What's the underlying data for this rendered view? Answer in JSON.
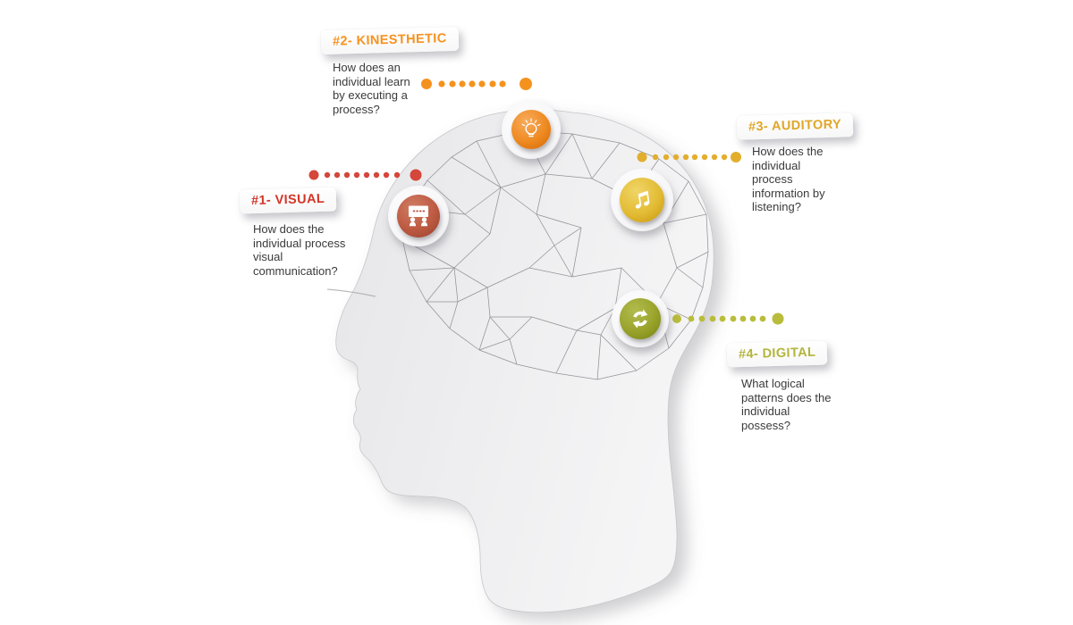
{
  "sections": [
    {
      "id": "visual",
      "tag": "#1- VISUAL",
      "question": "How does the\nindividual process\nvisual\ncommunication?",
      "accent_color": "#d33527",
      "dot_color": "#d5463b",
      "icon": "presentation-audience-icon"
    },
    {
      "id": "kinesthetic",
      "tag": "#2- KINESTHETIC",
      "question": "How does an\nindividual learn\nby executing a\nprocess?",
      "accent_color": "#f6921e",
      "dot_color": "#f5921e",
      "icon": "lightbulb-icon"
    },
    {
      "id": "auditory",
      "tag": "#3- AUDITORY",
      "question": "How does the\nindividual\nprocess\ninformation by\nlistening?",
      "accent_color": "#dfa728",
      "dot_color": "#e3ae2e",
      "icon": "music-note-icon"
    },
    {
      "id": "digital",
      "tag": "#4- DIGITAL",
      "question": "What logical\npatterns does the\nindividual\npossess?",
      "accent_color": "#b2b53b",
      "dot_color": "#b9bc3b",
      "icon": "sync-arrows-icon"
    }
  ]
}
